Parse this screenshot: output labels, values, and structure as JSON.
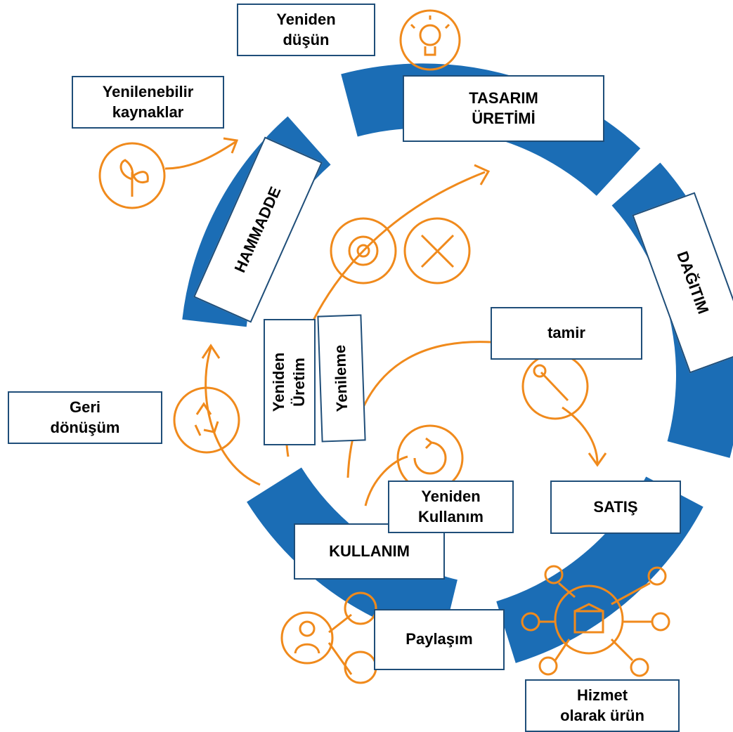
{
  "colors": {
    "ring": "#1b6db5",
    "accent": "#f08a1c",
    "box_border": "#1f4e79",
    "text": "#000000"
  },
  "stages": {
    "tasarim": "TASARIM\nÜRETİMİ",
    "dagitim": "DAĞITIM",
    "satis": "SATIŞ",
    "kullanim": "KULLANIM",
    "hammadde": "HAMMADDE"
  },
  "loops": {
    "yeniden_dusun": "Yeniden\ndüşün",
    "yenilenebilir": "Yenilenebilir\nkaynaklar",
    "geri_donusum": "Geri\ndönüşüm",
    "yeniden_uretim": "Yeniden\nÜretim",
    "yenileme": "Yenileme",
    "tamir": "tamir",
    "yeniden_kullanim": "Yeniden\nKullanım",
    "paylasim": "Paylaşım",
    "hizmet": "Hizmet\nolarak ürün"
  },
  "icons": [
    "lightbulb-icon",
    "plant-icon",
    "recycle-icon",
    "gear-icon",
    "tools-icon",
    "wrench-icon",
    "reuse-icon",
    "people-icon",
    "box-network-icon"
  ]
}
